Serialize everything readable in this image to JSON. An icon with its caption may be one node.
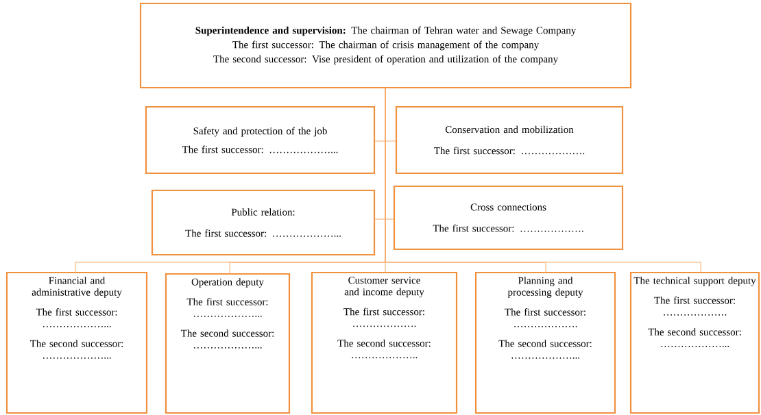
{
  "diagram": {
    "nodes": [
      {
        "text": [
          "**Superintendence and supervision:** The chairman of Tehran water and Sewage Company",
          "The first successor: The chairman of crisis management of the company",
          "The second successor: Vise president of operation and utilization of the company"
        ]
      },
      {
        "text": [
          "Safety and protection of the job",
          "The first successor: ………………..."
        ]
      },
      {
        "text": [
          "Conservation and mobilization",
          "The first successor: ………………."
        ]
      },
      {
        "text": [
          "Public relation:",
          "The first successor: ………………..."
        ]
      },
      {
        "text": [
          "Cross connections",
          "The first successor: ………………."
        ]
      },
      {
        "text": [
          "Financial and administrative deputy",
          "The first successor: ………………...",
          "The second successor: ………………..."
        ]
      },
      {
        "text": [
          "Operation deputy",
          "The first successor: ………………...",
          "The second successor: ………………..."
        ]
      },
      {
        "text": [
          "Customer service and income deputy",
          "The first successor: ……………….",
          "The second successor: ……………….."
        ]
      },
      {
        "text": [
          "Planning and processing deputy",
          "The first successor: ……………….",
          "The second successor: ………………..."
        ]
      },
      {
        "text": [
          "The technical support deputy",
          "The first successor: ……………….",
          "The second successor: ………………..."
        ]
      }
    ],
    "edges": [
      {
        "from": 0,
        "to": 1,
        "arrow": "none"
      },
      {
        "from": 0,
        "to": 2,
        "arrow": "none"
      },
      {
        "from": 0,
        "to": 3,
        "arrow": "none"
      },
      {
        "from": 0,
        "to": 4,
        "arrow": "none"
      },
      {
        "from": 0,
        "to": 5,
        "arrow": "none"
      },
      {
        "from": 0,
        "to": 6,
        "arrow": "none"
      },
      {
        "from": 0,
        "to": 7,
        "arrow": "none"
      },
      {
        "from": 0,
        "to": 8,
        "arrow": "none"
      },
      {
        "from": 0,
        "to": 9,
        "arrow": "none"
      }
    ]
  }
}
